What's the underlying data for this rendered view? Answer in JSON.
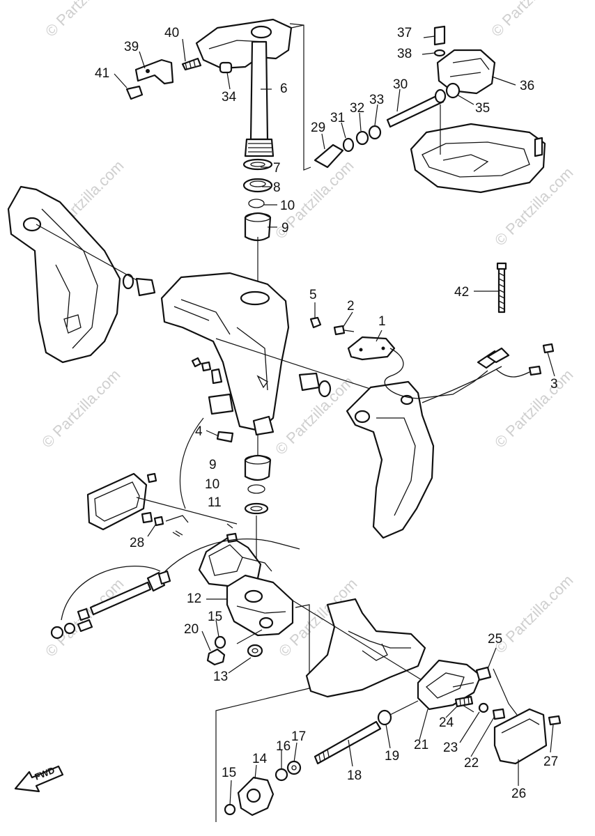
{
  "watermark": "© Partzilla.com",
  "fwd_label": "FWD",
  "callouts": {
    "p1": "1",
    "p2": "2",
    "p3": "3",
    "p4": "4",
    "p5": "5",
    "p6": "6",
    "p7": "7",
    "p8": "8",
    "p9_top": "9",
    "p9_bot": "9",
    "p10_top": "10",
    "p10_bot": "10",
    "p11": "11",
    "p12": "12",
    "p13": "13",
    "p14": "14",
    "p15_mid": "15",
    "p15_bot": "15",
    "p16": "16",
    "p17": "17",
    "p18": "18",
    "p19": "19",
    "p20": "20",
    "p21": "21",
    "p22": "22",
    "p23": "23",
    "p24": "24",
    "p25": "25",
    "p26": "26",
    "p27": "27",
    "p28": "28",
    "p29": "29",
    "p30": "30",
    "p31": "31",
    "p32": "32",
    "p33": "33",
    "p34": "34",
    "p35": "35",
    "p36": "36",
    "p37": "37",
    "p38": "38",
    "p39": "39",
    "p40": "40",
    "p41": "41",
    "p42": "42"
  }
}
